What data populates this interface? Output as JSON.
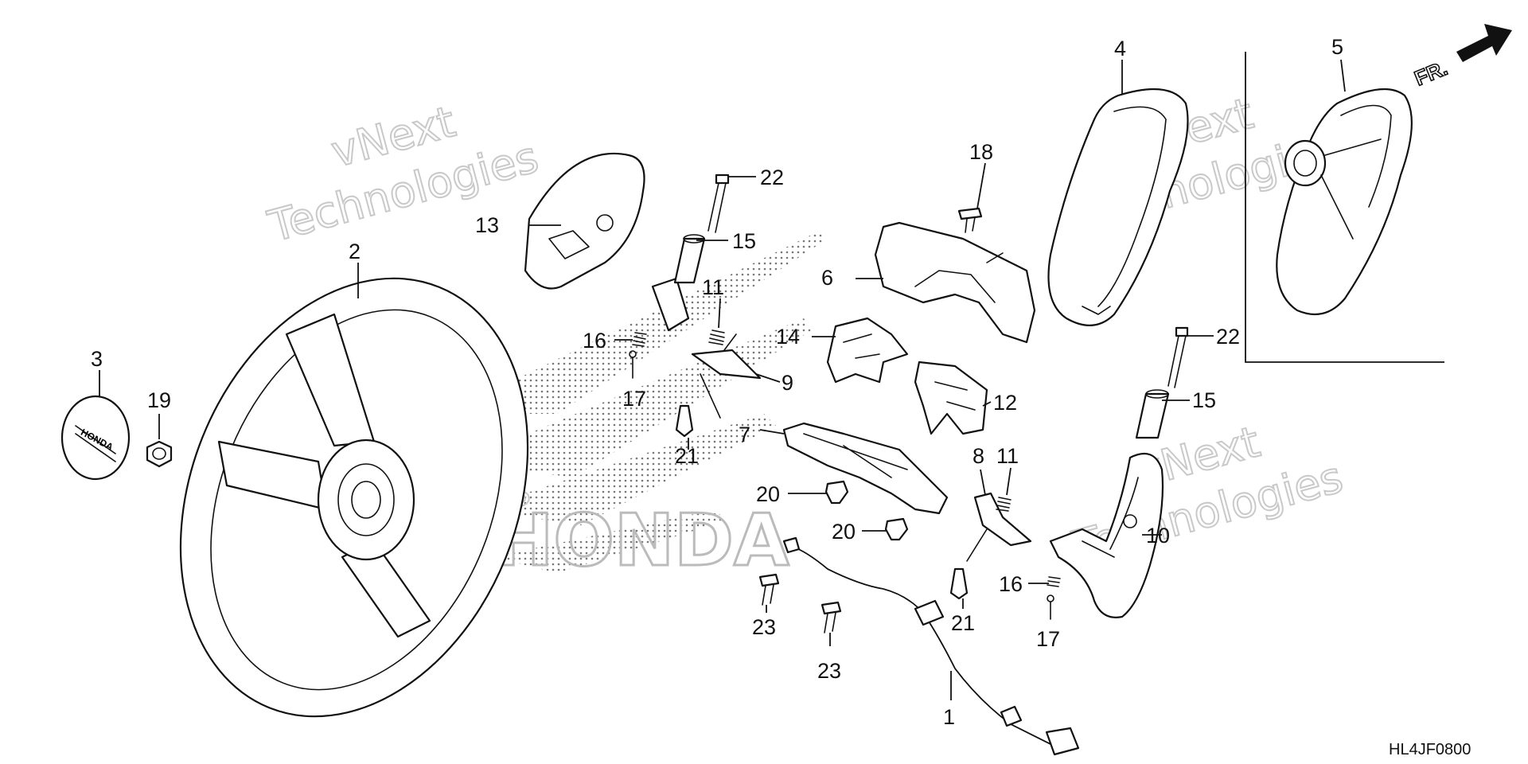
{
  "diagram": {
    "code": "HL4JF0800",
    "direction_label": "FR.",
    "watermark": {
      "line1": "vNext",
      "line2": "Technologies"
    },
    "callouts": [
      {
        "id": "c1",
        "label": "1"
      },
      {
        "id": "c2",
        "label": "2"
      },
      {
        "id": "c3",
        "label": "3"
      },
      {
        "id": "c4",
        "label": "4"
      },
      {
        "id": "c5",
        "label": "5"
      },
      {
        "id": "c6",
        "label": "6"
      },
      {
        "id": "c7",
        "label": "7"
      },
      {
        "id": "c8",
        "label": "8"
      },
      {
        "id": "c9",
        "label": "9"
      },
      {
        "id": "c10",
        "label": "10"
      },
      {
        "id": "c11a",
        "label": "11"
      },
      {
        "id": "c11b",
        "label": "11"
      },
      {
        "id": "c12",
        "label": "12"
      },
      {
        "id": "c13",
        "label": "13"
      },
      {
        "id": "c14",
        "label": "14"
      },
      {
        "id": "c15a",
        "label": "15"
      },
      {
        "id": "c15b",
        "label": "15"
      },
      {
        "id": "c16a",
        "label": "16"
      },
      {
        "id": "c16b",
        "label": "16"
      },
      {
        "id": "c17a",
        "label": "17"
      },
      {
        "id": "c17b",
        "label": "17"
      },
      {
        "id": "c18",
        "label": "18"
      },
      {
        "id": "c19",
        "label": "19"
      },
      {
        "id": "c20a",
        "label": "20"
      },
      {
        "id": "c20b",
        "label": "20"
      },
      {
        "id": "c21a",
        "label": "21"
      },
      {
        "id": "c21b",
        "label": "21"
      },
      {
        "id": "c22a",
        "label": "22"
      },
      {
        "id": "c22b",
        "label": "22"
      },
      {
        "id": "c23a",
        "label": "23"
      },
      {
        "id": "c23b",
        "label": "23"
      }
    ]
  }
}
